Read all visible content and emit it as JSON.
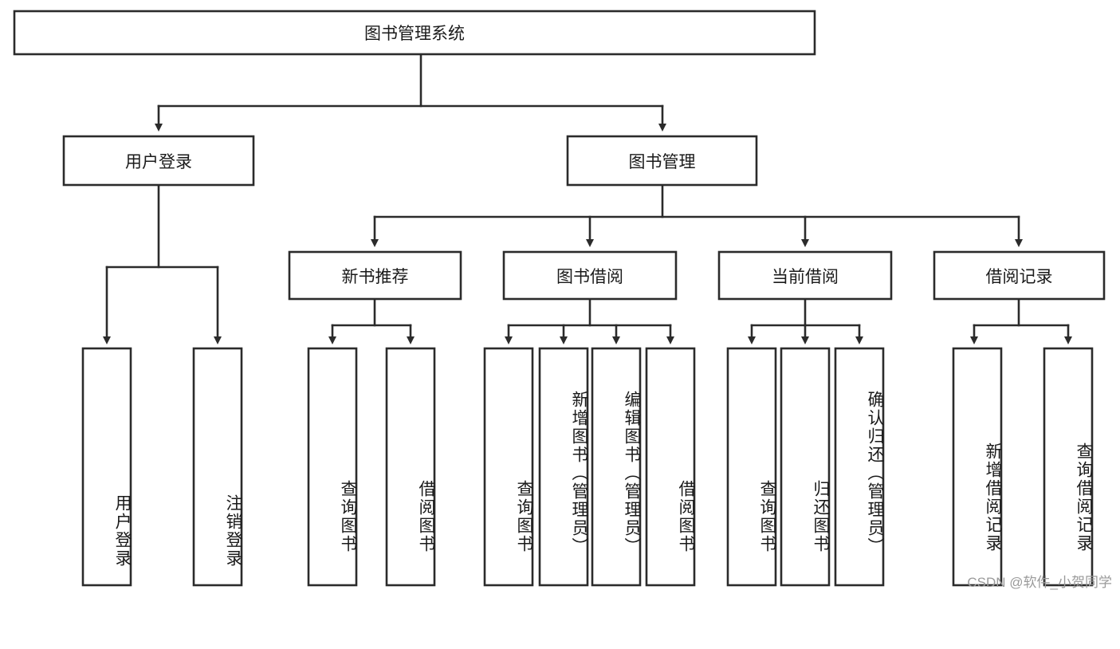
{
  "diagram": {
    "type": "tree",
    "title": "图书管理系统",
    "watermark": "CSDN @软件_小贺同学",
    "orientation": "top-down",
    "colors": {
      "stroke": "#2b2b2b",
      "fill": "#ffffff",
      "text": "#1a1a1a",
      "watermark": "#9a9a9a",
      "background": "#ffffff"
    },
    "nodes": {
      "root": {
        "label": "图书管理系统",
        "level": 0
      },
      "l1": [
        {
          "label": "用户登录",
          "level": 1
        },
        {
          "label": "图书管理",
          "level": 1
        }
      ],
      "l2": [
        {
          "label": "新书推荐",
          "level": 2
        },
        {
          "label": "图书借阅",
          "level": 2
        },
        {
          "label": "当前借阅",
          "level": 2
        },
        {
          "label": "借阅记录",
          "level": 2
        }
      ],
      "leaves_user_login": [
        {
          "label": "用户登录"
        },
        {
          "label": "注销登录"
        }
      ],
      "leaves_new_books": [
        {
          "label": "查询图书"
        },
        {
          "label": "借阅图书"
        }
      ],
      "leaves_borrow": [
        {
          "label": "查询图书"
        },
        {
          "label": "新增图书（管理员）"
        },
        {
          "label": "编辑图书（管理员）"
        },
        {
          "label": "借阅图书"
        }
      ],
      "leaves_current": [
        {
          "label": "查询图书"
        },
        {
          "label": "归还图书"
        },
        {
          "label": "确认归还（管理员）"
        }
      ],
      "leaves_records": [
        {
          "label": "新增借阅记录"
        },
        {
          "label": "查询借阅记录"
        }
      ]
    }
  }
}
